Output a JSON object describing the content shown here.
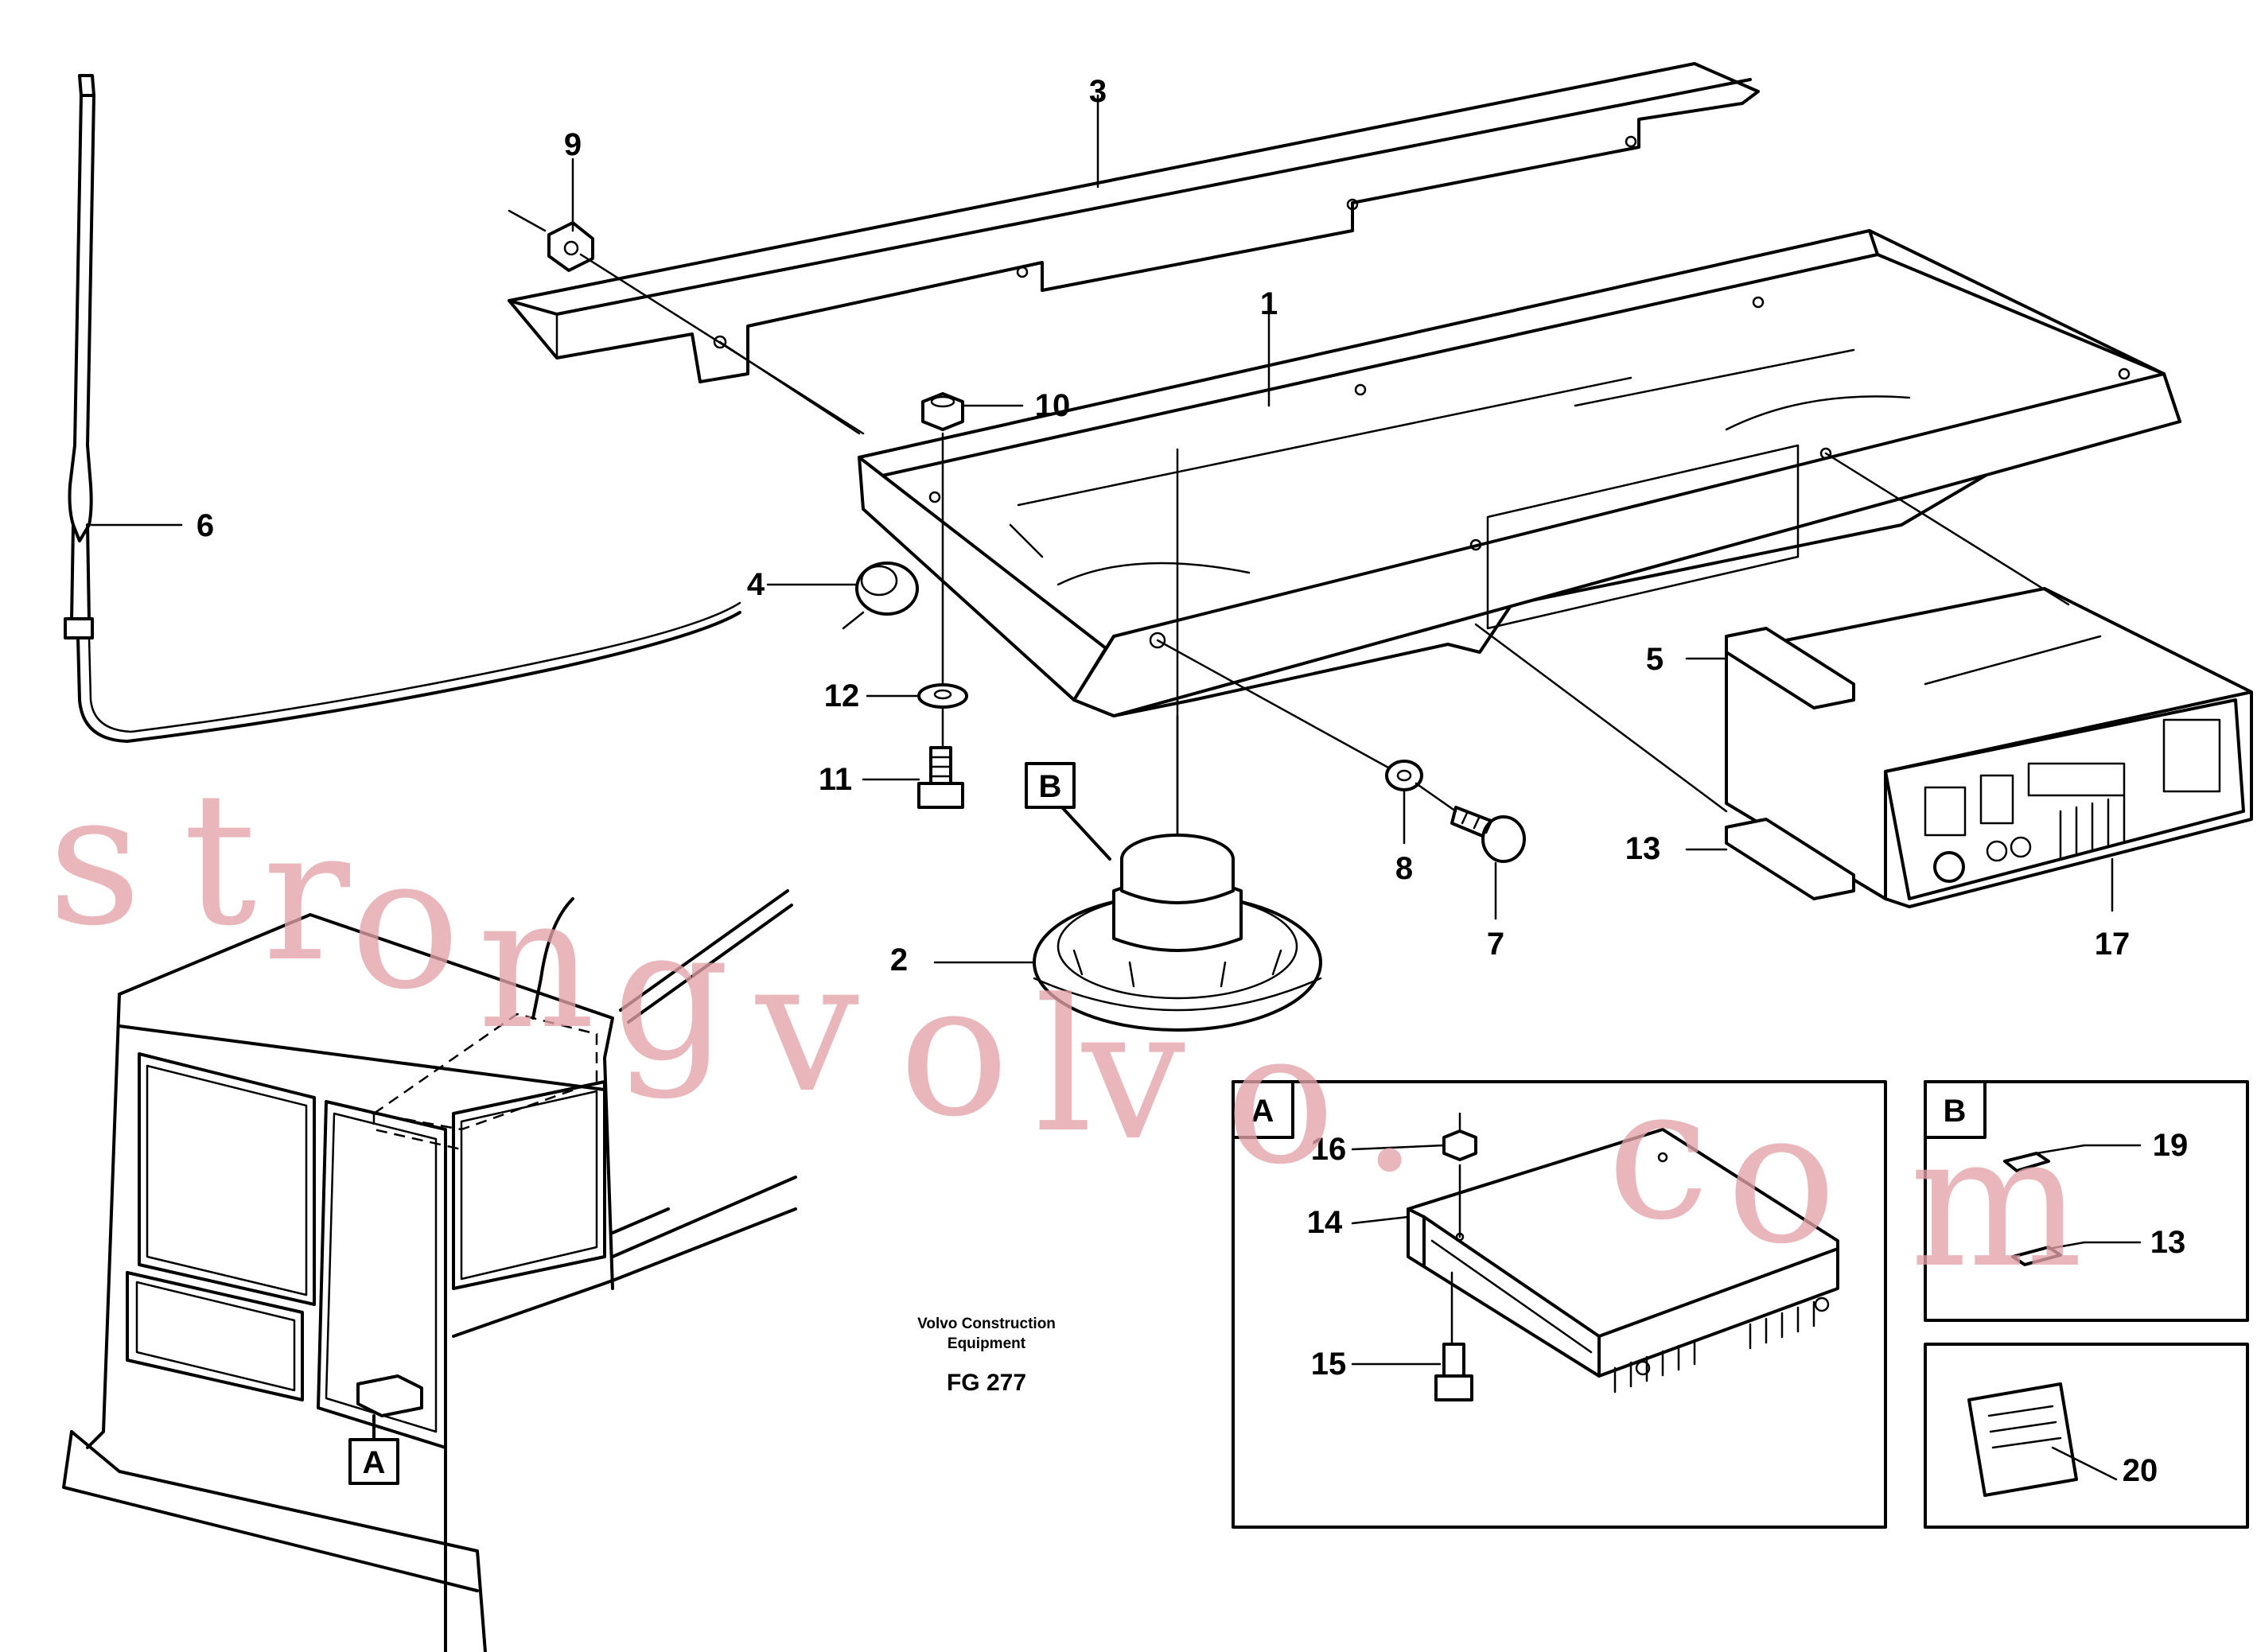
{
  "figure": {
    "code": "FG 277",
    "credit": [
      "Volvo Construction",
      "Equipment"
    ]
  },
  "watermark": {
    "letters": [
      "s",
      "t",
      "r",
      "o",
      "n",
      "g",
      "v",
      "o",
      "l",
      "v",
      "o",
      ".",
      "c",
      "o",
      "m"
    ],
    "color": "#e3a3a8"
  },
  "callouts": [
    {
      "id": "c1",
      "label": "1"
    },
    {
      "id": "c2",
      "label": "2"
    },
    {
      "id": "c3",
      "label": "3"
    },
    {
      "id": "c4",
      "label": "4"
    },
    {
      "id": "c5",
      "label": "5"
    },
    {
      "id": "c6",
      "label": "6"
    },
    {
      "id": "c7",
      "label": "7"
    },
    {
      "id": "c8",
      "label": "8"
    },
    {
      "id": "c9",
      "label": "9"
    },
    {
      "id": "c10",
      "label": "10"
    },
    {
      "id": "c11",
      "label": "11"
    },
    {
      "id": "c12",
      "label": "12"
    },
    {
      "id": "c13",
      "label": "13"
    },
    {
      "id": "c13b",
      "label": "13"
    },
    {
      "id": "c14",
      "label": "14"
    },
    {
      "id": "c15",
      "label": "15"
    },
    {
      "id": "c16",
      "label": "16"
    },
    {
      "id": "c17",
      "label": "17"
    },
    {
      "id": "c19",
      "label": "19"
    },
    {
      "id": "c20",
      "label": "20"
    }
  ],
  "view_markers": {
    "b_speaker": "B",
    "a_cab": "A",
    "a_detail": "A",
    "b_detail": "B"
  }
}
